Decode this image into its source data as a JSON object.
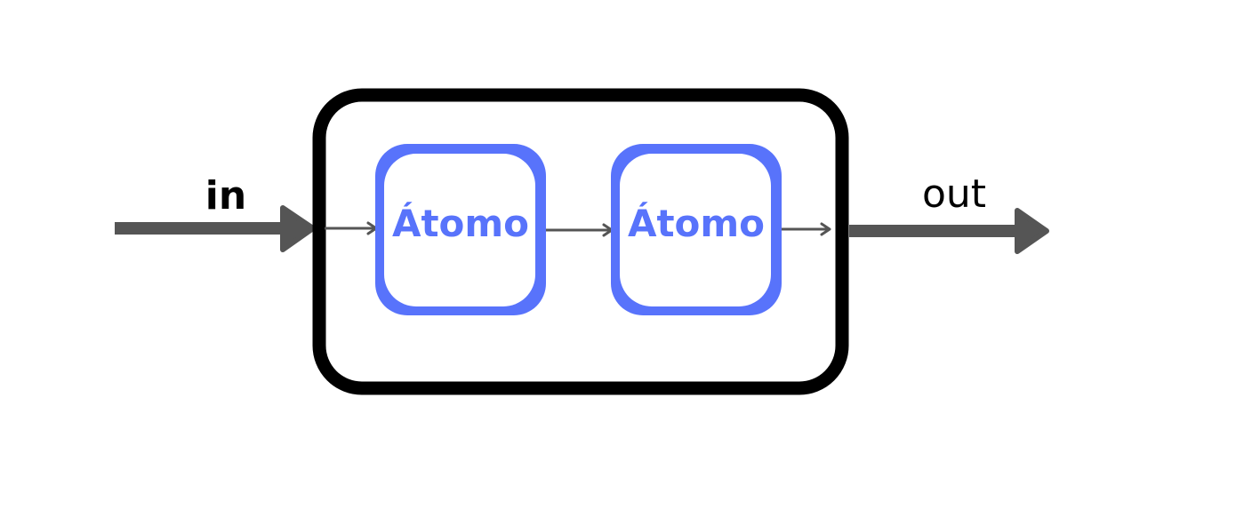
{
  "diagram": {
    "input_label": "in",
    "output_label": "out",
    "atoms": [
      {
        "label": "Átomo"
      },
      {
        "label": "Átomo"
      }
    ]
  },
  "colors": {
    "background": "#ffffff",
    "container_border": "#000000",
    "atom_accent": "#5873fb",
    "atom_fill": "#ffffff",
    "thick_arrow": "#555555",
    "thin_arrow": "#555555",
    "label_text": "#000000"
  }
}
